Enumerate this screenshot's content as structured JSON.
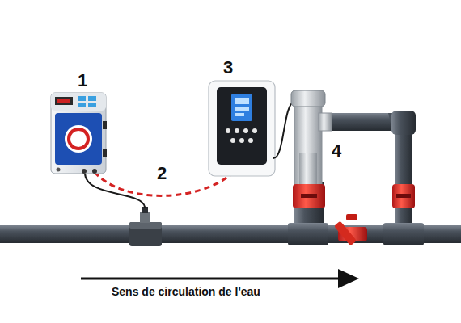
{
  "diagram": {
    "labels": [
      "1",
      "2",
      "3",
      "4",
      "Sens de circulation de l'eau"
    ]
  }
}
